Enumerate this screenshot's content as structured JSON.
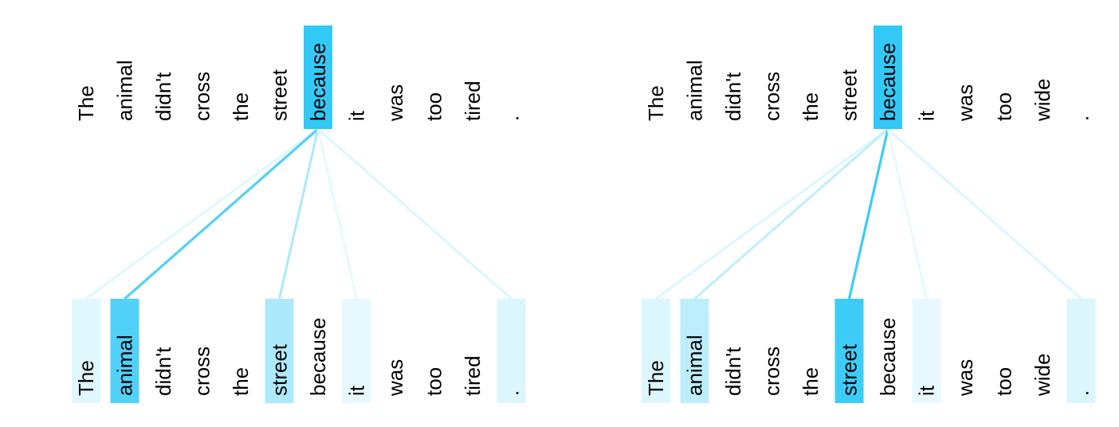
{
  "panels": [
    {
      "query_index": 6,
      "top_tokens": [
        "The",
        "animal",
        "didn't",
        "cross",
        "the",
        "street",
        "because",
        "it",
        "was",
        "too",
        "tired",
        "."
      ],
      "bottom_tokens": [
        "The",
        "animal",
        "didn't",
        "cross",
        "the",
        "street",
        "because",
        "it",
        "was",
        "too",
        "tired",
        "."
      ],
      "attention": [
        0.15,
        0.85,
        0.0,
        0.0,
        0.0,
        0.4,
        0.0,
        0.12,
        0.0,
        0.0,
        0.0,
        0.17
      ]
    },
    {
      "query_index": 6,
      "top_tokens": [
        "The",
        "animal",
        "didn't",
        "cross",
        "the",
        "street",
        "because",
        "it",
        "was",
        "too",
        "wide",
        "."
      ],
      "bottom_tokens": [
        "The",
        "animal",
        "didn't",
        "cross",
        "the",
        "street",
        "because",
        "it",
        "was",
        "too",
        "wide",
        "."
      ],
      "attention": [
        0.17,
        0.32,
        0.0,
        0.0,
        0.0,
        0.95,
        0.0,
        0.12,
        0.0,
        0.0,
        0.0,
        0.17
      ]
    }
  ],
  "colors": {
    "highlight": "#33c9f7",
    "text": "#000000",
    "background": "#ffffff"
  }
}
